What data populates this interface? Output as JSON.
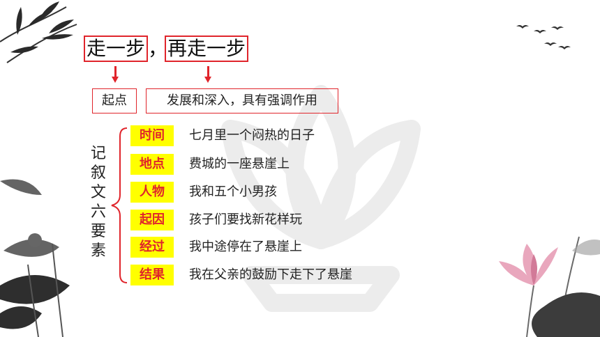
{
  "title": {
    "part1": "走一步",
    "comma": "，",
    "part2": "再走一步"
  },
  "labels": {
    "start": "起点",
    "develop": "发展和深入，具有强调作用"
  },
  "side_label": [
    "记",
    "叙",
    "文",
    "六",
    "要",
    "素"
  ],
  "elements": [
    {
      "tag": "时间",
      "value": "七月里一个闷热的日子"
    },
    {
      "tag": "地点",
      "value": "费城的一座悬崖上"
    },
    {
      "tag": "人物",
      "value": "我和五个小男孩"
    },
    {
      "tag": "起因",
      "value": "孩子们要找新花样玩"
    },
    {
      "tag": "经过",
      "value": "我中途停在了悬崖上"
    },
    {
      "tag": "结果",
      "value": "我在父亲的鼓励下走下了悬崖"
    }
  ],
  "colors": {
    "accent_red": "#e0242b",
    "highlight_yellow": "#ffff00"
  },
  "icons": [
    "bamboo-ink-decoration",
    "birds-decoration",
    "lotus-ink-decoration",
    "watermark-logo"
  ]
}
